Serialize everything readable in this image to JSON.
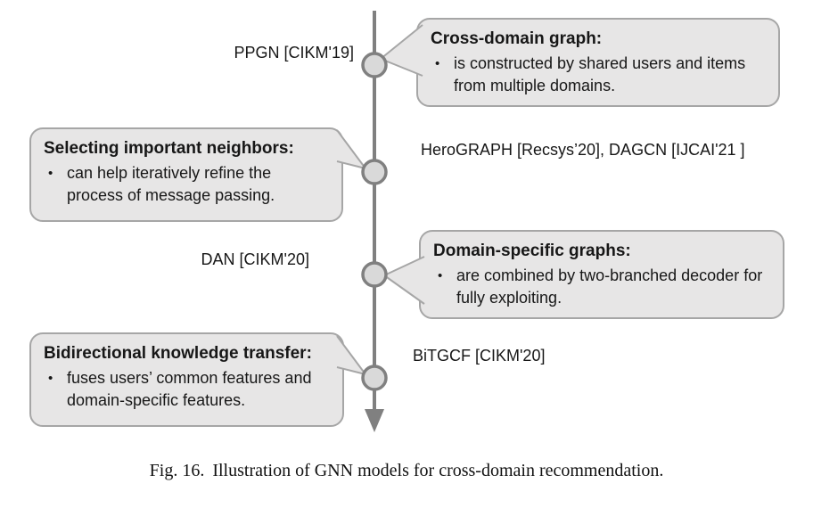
{
  "figure": {
    "caption_prefix": "Fig. 16.",
    "caption_text": "Illustration of GNN models for cross-domain recommendation."
  },
  "bullet_glyph": "•",
  "colors": {
    "box_fill": "#e7e6e6",
    "box_border": "#a6a6a6",
    "timeline_gray": "#808080",
    "node_fill": "#d9d9d9",
    "text": "#171717"
  },
  "timeline_labels": [
    {
      "text": "PPGN [CIKM'19]",
      "side": "left"
    },
    {
      "text": "HeroGRAPH [Recsys’20], DAGCN [IJCAI'21 ]",
      "side": "right"
    },
    {
      "text": "DAN [CIKM'20]",
      "side": "left"
    },
    {
      "text": "BiTGCF [CIKM'20]",
      "side": "right"
    }
  ],
  "callouts": [
    {
      "title": "Cross-domain graph:",
      "bullet": "is constructed by shared users and items from multiple domains.",
      "side": "right"
    },
    {
      "title": "Selecting important neighbors:",
      "bullet": "can help iteratively refine the process of message passing.",
      "side": "left"
    },
    {
      "title": "Domain-specific graphs:",
      "bullet": "are combined by two-branched decoder for fully exploiting.",
      "side": "right"
    },
    {
      "title": "Bidirectional knowledge transfer:",
      "bullet": "fuses users’ common features and domain-specific features.",
      "side": "left"
    }
  ]
}
